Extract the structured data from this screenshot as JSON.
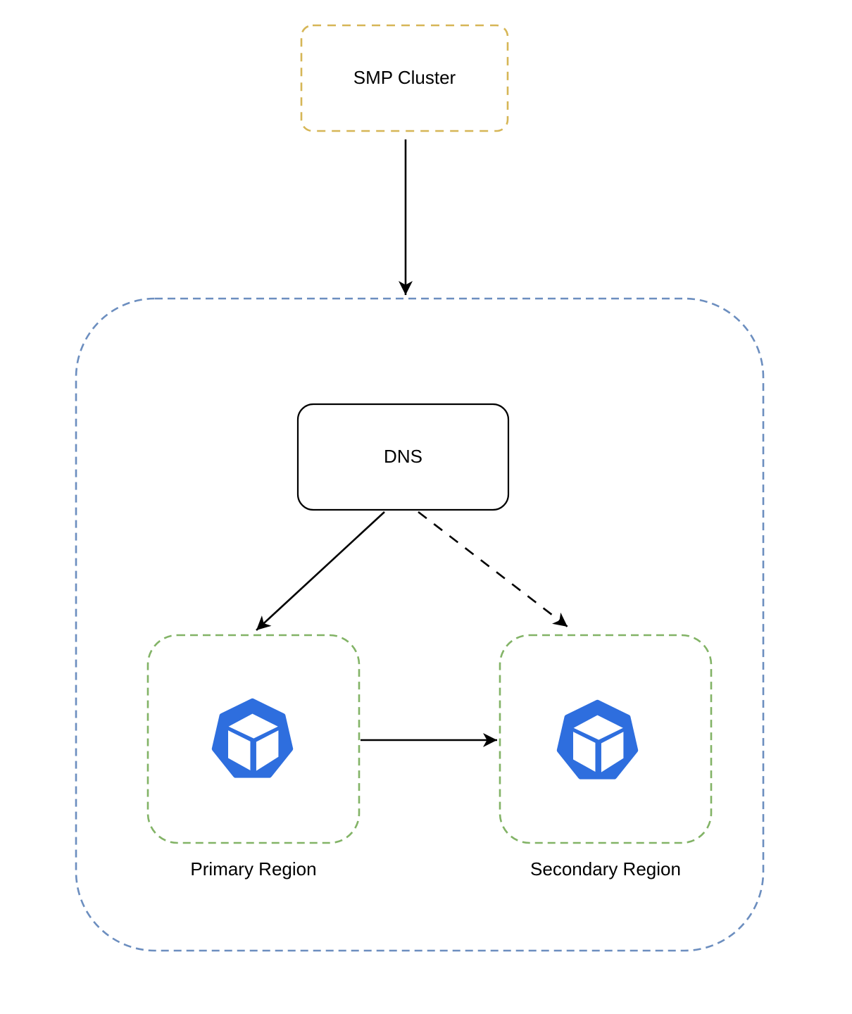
{
  "nodes": {
    "smp_cluster": {
      "label": "SMP Cluster",
      "border_style": "dashed"
    },
    "dns": {
      "label": "DNS",
      "border_style": "solid"
    },
    "dns_zone_container": {
      "label": "",
      "border_style": "dashed"
    },
    "primary_region": {
      "label": "Primary Region",
      "border_style": "dashed",
      "icon": "heptagon-cube-icon"
    },
    "secondary_region": {
      "label": "Secondary Region",
      "border_style": "dashed",
      "icon": "heptagon-cube-icon"
    }
  },
  "edges": [
    {
      "from": "smp_cluster",
      "to": "dns_zone_container",
      "style": "solid",
      "arrowhead": "filled"
    },
    {
      "from": "dns",
      "to": "primary_region",
      "style": "solid",
      "arrowhead": "filled"
    },
    {
      "from": "dns",
      "to": "secondary_region",
      "style": "dashed",
      "arrowhead": "filled"
    },
    {
      "from": "primary_region",
      "to": "secondary_region",
      "style": "solid",
      "arrowhead": "filled"
    }
  ],
  "colors": {
    "smp-border": "#D6B656",
    "outer-border": "#6C8EBF",
    "region-border": "#82B366",
    "node-border": "#000000",
    "icon-blue": "#2E6EDE",
    "arrow": "#000000",
    "text": "#000000",
    "background": "#FFFFFF"
  }
}
